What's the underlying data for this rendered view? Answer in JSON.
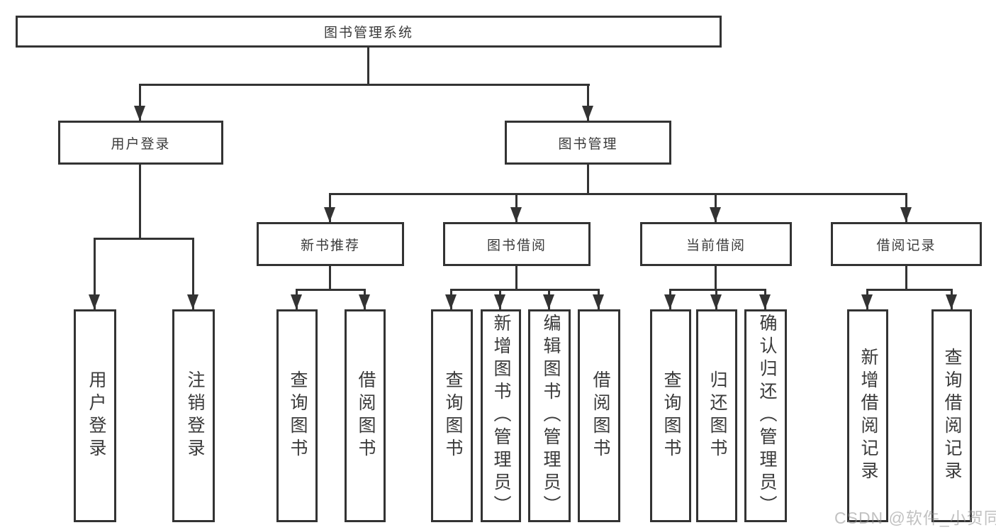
{
  "watermark": "CSDN @软件_小贺同学",
  "colors": {
    "line": "#333333",
    "text": "#3a3a3a",
    "background": "#ffffff",
    "watermark": "#8f8f8f"
  },
  "tree": {
    "label": "图书管理系统",
    "children": [
      {
        "label": "用户登录",
        "children": [
          {
            "label": "用户登录"
          },
          {
            "label": "注销登录"
          }
        ]
      },
      {
        "label": "图书管理",
        "children": [
          {
            "label": "新书推荐",
            "children": [
              {
                "label": "查询图书"
              },
              {
                "label": "借阅图书"
              }
            ]
          },
          {
            "label": "图书借阅",
            "children": [
              {
                "label": "查询图书"
              },
              {
                "label": "新增图书（管理员）"
              },
              {
                "label": "编辑图书（管理员）"
              },
              {
                "label": "借阅图书"
              }
            ]
          },
          {
            "label": "当前借阅",
            "children": [
              {
                "label": "查询图书"
              },
              {
                "label": "归还图书"
              },
              {
                "label": "确认归还（管理员）"
              }
            ]
          },
          {
            "label": "借阅记录",
            "children": [
              {
                "label": "新增借阅记录"
              },
              {
                "label": "查询借阅记录"
              }
            ]
          }
        ]
      }
    ]
  }
}
